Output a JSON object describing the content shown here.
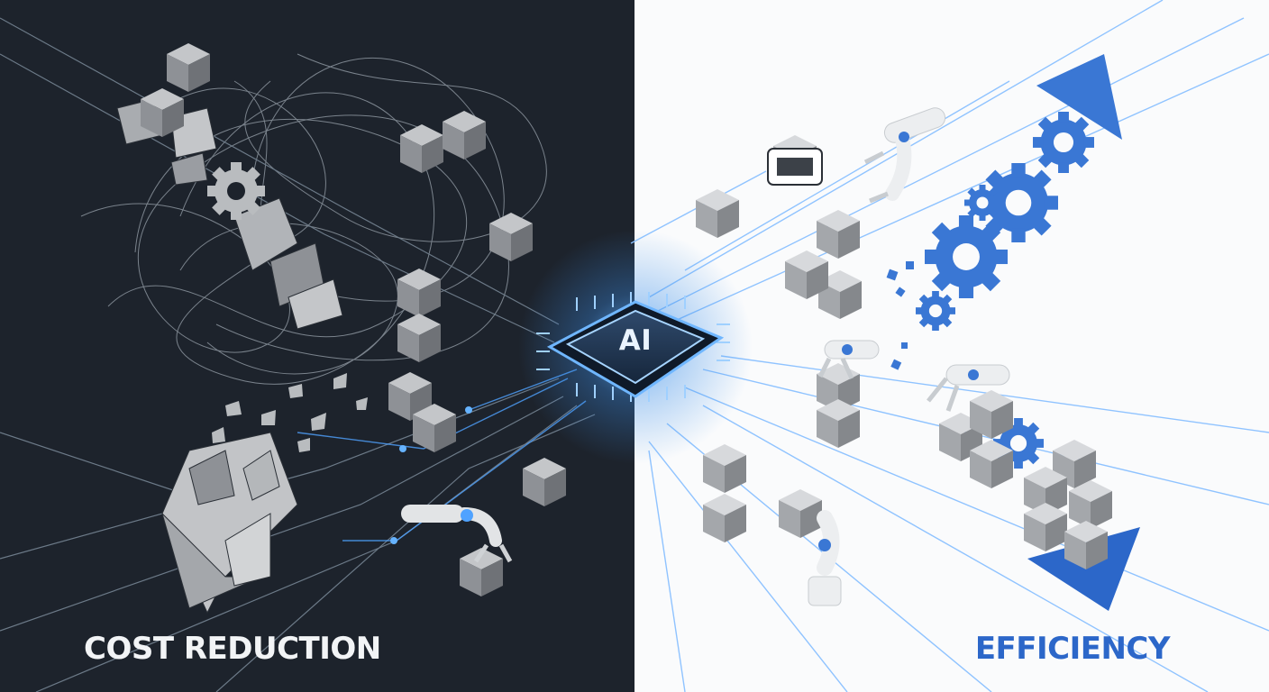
{
  "left_panel": {
    "caption": "COST REDUCTION",
    "background": "#1d232c"
  },
  "right_panel": {
    "caption": "EFFICIENCY",
    "background": "#fafbfc"
  },
  "center_chip": {
    "label": "AI",
    "glow_color": "#5aa7ff"
  },
  "colors": {
    "accent_blue": "#2c67c9",
    "cube_gray": "#9a9da2",
    "circuit_light": "#8fc3ff"
  },
  "icons": [
    "ai-chip-icon",
    "gear-icon",
    "robot-arm-icon",
    "cube-icon",
    "arrow-down-icon"
  ]
}
